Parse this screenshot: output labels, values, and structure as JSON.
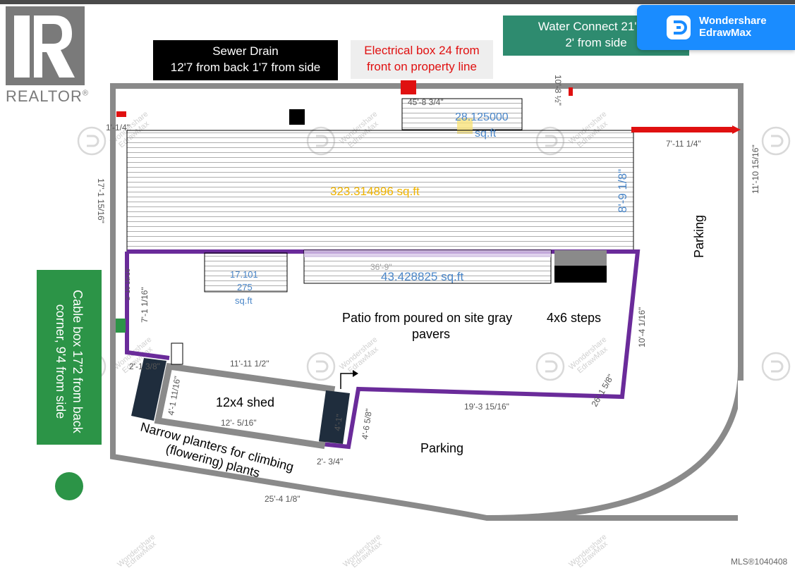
{
  "logo": {
    "realtor_text": "REALTOR",
    "registered": "®"
  },
  "badge": {
    "line1": "Wondershare",
    "line2": "EdrawMax"
  },
  "watermark": {
    "line1": "Wondershare",
    "line2": "EdrawMax"
  },
  "notes": {
    "sewer": [
      "Sewer Drain",
      "12'7 from back 1'7 from side"
    ],
    "electrical": [
      "Electrical box 24 from",
      "front on property line"
    ],
    "water": [
      "Water Connect 21' fro",
      "2' from side"
    ],
    "cable": "Cable box 17'2 from back corner, 9'4 from side"
  },
  "areas": {
    "top_small_line1": "28.125000",
    "top_small_line2": "sq.ft",
    "house": "323.314896 sq.ft",
    "planter_wide": "43.428825 sq.ft",
    "planter_small_1": "17.101",
    "planter_small_2": "275",
    "planter_small_3": "sq.ft"
  },
  "labels": {
    "patio_1": "Patio from poured on site gray",
    "patio_2": "pavers",
    "steps": "4x6 steps",
    "shed": "12x4 shed",
    "parking_bottom": "Parking",
    "parking_right": "Parking",
    "planters_1": "Narrow planters for climbing",
    "planters_2": "(flowering) plants"
  },
  "dimensions": {
    "top_strip": "45'-8 3/4\"",
    "top_right_vert": "10'-8 ½\"",
    "left_top": "1'-1/4\"",
    "right_mid": "7'-11 1/4\"",
    "far_right": "11'-10 15/16\"",
    "left_side": "17'-1 15/16\"",
    "house_height": "8'-9 1/8\"",
    "patio_top": "36'-9\"",
    "left_patio": "7'-1 1/16\"",
    "left_tiny": "2'-10 15/16\"",
    "shed_top": "11'-11 1/2\"",
    "small_notch": "2'-1 3/8\"",
    "shed_left": "4'-1 11/16\"",
    "shed_bottom": "12'- 5/16\"",
    "shed_right": "4'-1\"",
    "right_notch": "4'-6 5/8\"",
    "bottom_notch": "2'- 3/4\"",
    "bottom_purple": "19'-3 15/16\"",
    "right_patio": "10'-4 1/16\"",
    "corner": "26'-1 5/8\"",
    "bottom_outer": "25'-4 1/8\""
  },
  "footer": {
    "mls": "MLS®1040408"
  },
  "colors": {
    "property_line": "#8a8a8a",
    "patio_outline": "#6a2b9a",
    "sewer_bg": "#000000",
    "electric_text": "#e01010",
    "water_bg": "#2e8b6f",
    "cable_bg": "#2c9447",
    "area_orange": "#f0b400",
    "area_blue": "#4a86c8",
    "badge_blue": "#1a8cff",
    "planter_dark": "#1f2d3d"
  }
}
